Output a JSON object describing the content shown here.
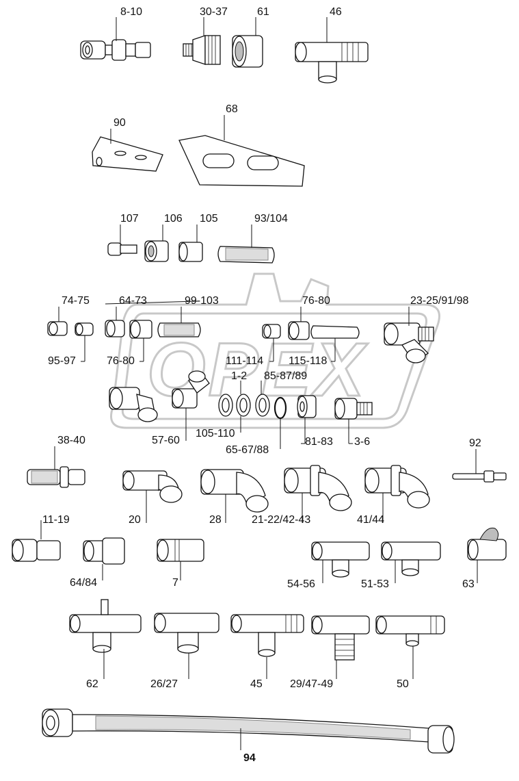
{
  "watermark": {
    "brand": "OPEX"
  },
  "labels": {
    "l_8_10": "8-10",
    "l_30_37": "30-37",
    "l_61": "61",
    "l_46": "46",
    "l_90": "90",
    "l_68": "68",
    "l_107": "107",
    "l_106": "106",
    "l_105": "105",
    "l_93_104": "93/104",
    "l_74_75": "74-75",
    "l_64_73": "64-73",
    "l_99_103": "99-103",
    "l_76_80_a": "76-80",
    "l_23_25": "23-25/91/98",
    "l_95_97": "95-97",
    "l_76_80_b": "76-80",
    "l_111_114": "111-114",
    "l_115_118": "115-118",
    "l_1_2": "1-2",
    "l_85_87": "85-87/89",
    "l_57_60": "57-60",
    "l_105_110": "105-110",
    "l_81_83": "81-83",
    "l_3_6": "3-6",
    "l_65_67": "65-67/88",
    "l_38_40": "38-40",
    "l_92": "92",
    "l_20": "20",
    "l_28": "28",
    "l_21_22": "21-22/42-43",
    "l_41_44": "41/44",
    "l_11_19": "11-19",
    "l_64_84": "64/84",
    "l_7": "7",
    "l_54_56": "54-56",
    "l_51_53": "51-53",
    "l_63": "63",
    "l_62": "62",
    "l_26_27": "26/27",
    "l_45": "45",
    "l_29_47": "29/47-49",
    "l_50": "50",
    "l_94": "94"
  }
}
